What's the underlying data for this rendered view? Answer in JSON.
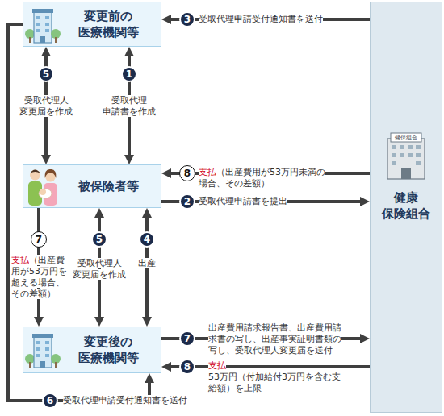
{
  "diagram": {
    "nodes": [
      {
        "text": [
          "変更前の 医療機関等"
        ]
      },
      {
        "text": [
          "被保険者等"
        ]
      },
      {
        "text": [
          "変更後の 医療機関等"
        ]
      },
      {
        "text": [
          "健康 保険組合"
        ]
      }
    ],
    "edges": [
      {
        "from": 1,
        "to": 0,
        "arrow": "both",
        "label": "受取代理 申請書を作成"
      },
      {
        "from": 1,
        "to": 0,
        "arrow": "both",
        "label": "受取代理人 変更届を作成"
      },
      {
        "from": 1,
        "to": 3,
        "arrow": "to",
        "label": "受取代理申請書を提出"
      },
      {
        "from": 3,
        "to": 0,
        "arrow": "to",
        "label": "受取代理申請受付通知書を送付"
      },
      {
        "from": 3,
        "to": 1,
        "arrow": "to",
        "label": "（出産費用が53万円未満の場合、その差額）"
      },
      {
        "from": 1,
        "to": 2,
        "arrow": "both",
        "label": "出産"
      },
      {
        "from": 1,
        "to": 2,
        "arrow": "both",
        "label": "受取代理人 変更届を作成"
      },
      {
        "from": 1,
        "to": 2,
        "arrow": "to",
        "label": "（出産費用が53万円を超える場合、その差額）"
      },
      {
        "from": 0,
        "to": 2,
        "arrow": "to",
        "label": "受取代理申請受付通知書を送付"
      },
      {
        "from": 2,
        "to": 3,
        "arrow": "to",
        "label": "出産費用請求報告書、出産費用請求書の写し、出産事実証明書類の写し、受取代理人変更届を送付"
      },
      {
        "from": 3,
        "to": 2,
        "arrow": "to",
        "label": "53万円（付加給付3万円を含む支給額）を上限"
      }
    ],
    "labels": [
      "3",
      "5",
      "1",
      "8",
      "支払",
      "2",
      "7",
      "支払",
      "5",
      "4",
      "7",
      "8",
      "支払",
      "6",
      "健保組合"
    ]
  }
}
